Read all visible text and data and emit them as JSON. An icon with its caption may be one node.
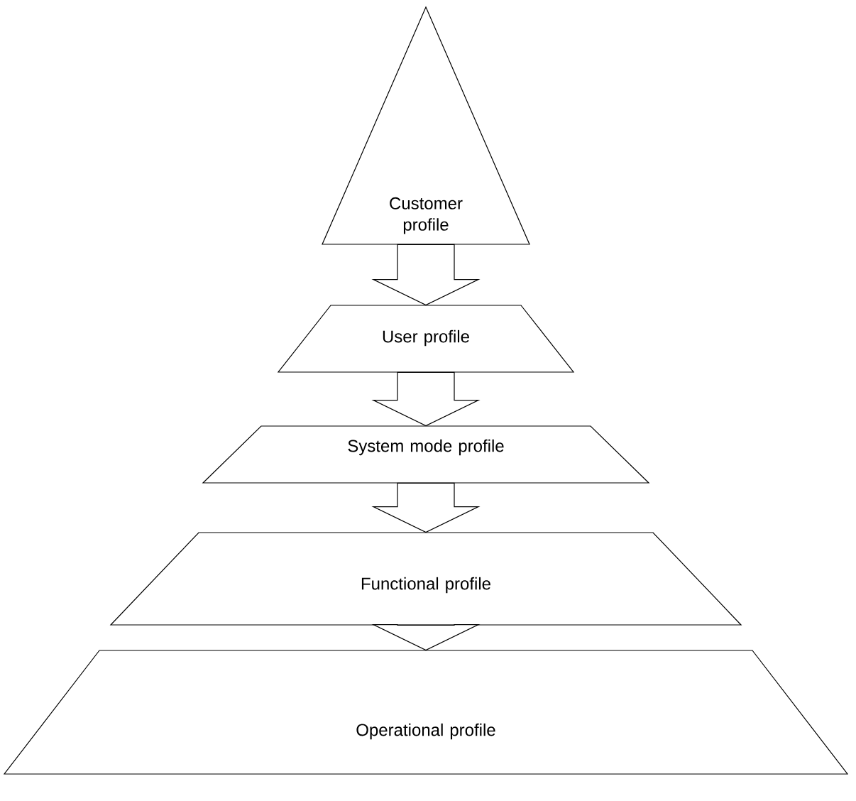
{
  "diagram": {
    "nodes": [
      {
        "text": [
          "Customer profile"
        ]
      },
      {
        "text": [
          "User profile"
        ]
      },
      {
        "text": [
          "System mode profile"
        ]
      },
      {
        "text": [
          "Functional profile"
        ]
      },
      {
        "text": [
          "Operational profile"
        ]
      }
    ],
    "edges": [
      {
        "from": 0,
        "to": 1,
        "arrow": "to"
      },
      {
        "from": 1,
        "to": 2,
        "arrow": "to"
      },
      {
        "from": 2,
        "to": 3,
        "arrow": "to"
      },
      {
        "from": 3,
        "to": 4,
        "arrow": "to"
      }
    ]
  }
}
